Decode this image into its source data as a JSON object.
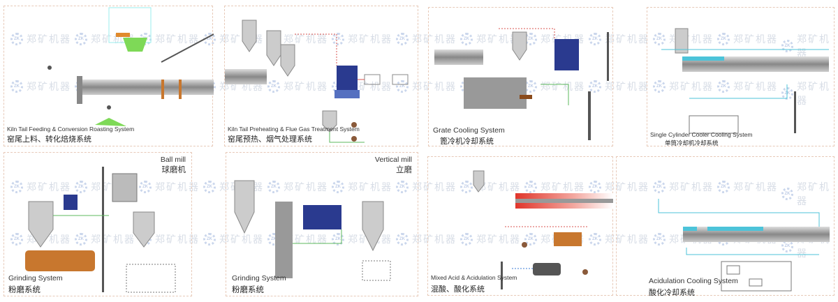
{
  "watermark": {
    "logo": "ZK",
    "text": "郑矿机器"
  },
  "panels": [
    {
      "title_en": "Kiln Tail Feeding & Conversion Roasting System",
      "title_zh": "窑尾上料、转化焙烧系统"
    },
    {
      "title_en": "Kiln Tail Preheating & Flue Gas Treatment System",
      "title_zh": "窑尾预热、烟气处理系统"
    },
    {
      "title_en": "Grate Cooling System",
      "title_zh": "篦冷机冷却系统"
    },
    {
      "title_en": "Single Cylinder Cooler Cooling System",
      "title_zh": "单筒冷却机冷却系统"
    },
    {
      "title_en": "Grinding System",
      "title_zh": "粉磨系统",
      "tag_en": "Ball mill",
      "tag_zh": "球磨机"
    },
    {
      "title_en": "Grinding System",
      "title_zh": "粉磨系统",
      "tag_en": "Vertical mill",
      "tag_zh": "立磨"
    },
    {
      "title_en": "Mixed Acid & Acidulation System",
      "title_zh": "混酸、酸化系统"
    },
    {
      "title_en": "Acidulation Cooling System",
      "title_zh": "酸化冷却系统"
    }
  ],
  "colors": {
    "border": "#e7c9b8",
    "kiln": "#9a9a9a",
    "hot": "#e0352b",
    "cool": "#4cc3d9",
    "filter": "#2a3a8f",
    "pipe_green": "#5cb85c",
    "pipe_red": "#d9534f",
    "pipe_blue": "#3a7bd5",
    "motor": "#c8772e"
  }
}
